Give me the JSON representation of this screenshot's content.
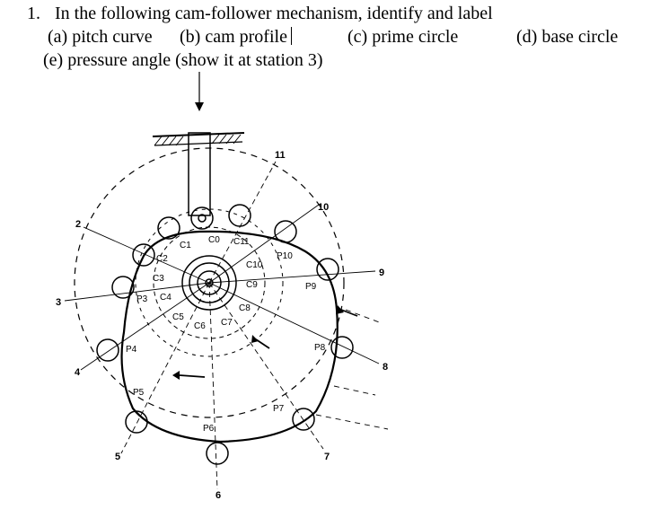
{
  "question": {
    "number": "1.",
    "stem": "In the following cam-follower mechanism, identify and label",
    "options": {
      "a": "(a) pitch curve",
      "b": "(b) cam profile",
      "c": "(c) prime circle",
      "d": "(d) base circle",
      "e": "(e) pressure angle (show it at station 3)"
    }
  },
  "figure": {
    "station_labels": [
      "2",
      "3",
      "4",
      "5",
      "6",
      "7",
      "8",
      "9",
      "10",
      "11"
    ],
    "contact_labels": [
      "C0",
      "C1",
      "C2",
      "C3",
      "C4",
      "C5",
      "C6",
      "C7",
      "C8",
      "C9",
      "C10",
      "C11"
    ],
    "pitch_labels": [
      "P3",
      "P4",
      "P5",
      "P6",
      "P7",
      "P8",
      "P9",
      "P10"
    ]
  }
}
